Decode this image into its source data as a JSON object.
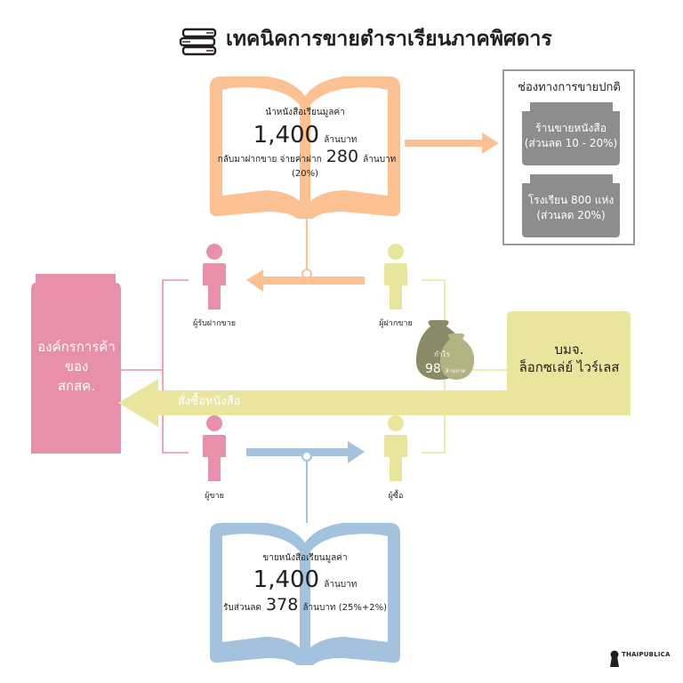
{
  "title": "เทคนิคการขายตำราเรียนภาคพิศดาร",
  "colors": {
    "orange": "#fbc193",
    "pink": "#e890a9",
    "yellow": "#e9e59d",
    "blue": "#a3c2de",
    "olive": "#8b8a66",
    "gray": "#8d8d8d",
    "dark": "#231f20"
  },
  "top_book": {
    "line1": "นำหนังสือเรียนมูลค่า",
    "amount": "1,400",
    "amount_unit": "ล้านบาท",
    "line3_prefix": "กลับมาฝากขาย จ่ายค่าฝาก",
    "fee": "280",
    "fee_unit": "ล้านบาท",
    "fee_pct": "(20%)"
  },
  "channels": {
    "title": "ช่องทางการขายปกติ",
    "store1_line1": "ร้านขายหนังสือ",
    "store1_line2": "(ส่วนลด 10 - 20%)",
    "store2_line1": "โรงเรียน 800 แห่ง",
    "store2_line2": "(ส่วนลด 20%)"
  },
  "people": {
    "receiver": "ผู้รับฝากขาย",
    "depositor": "ผู้ฝากขาย",
    "seller": "ผู้ขาย",
    "buyer": "ผู้ซื้อ"
  },
  "org": {
    "line1": "องค์กรการค้า",
    "line2": "ของ",
    "line3": "สกสค."
  },
  "company": {
    "line1": "บมจ.",
    "line2": "ล็อกซเล่ย์ ไวร์เลส"
  },
  "profit": {
    "label": "กำไร",
    "amount": "98",
    "unit": "ล้านบาท"
  },
  "order_arrow": "สั่งซื้อหนังสือ",
  "bottom_book": {
    "line1": "ขายหนังสือเรียนมูลค่า",
    "amount": "1,400",
    "amount_unit": "ล้านบาท",
    "line3_prefix": "รับส่วนลด",
    "discount": "378",
    "discount_unit": "ล้านบาท (25%+2%)"
  },
  "logo": "THAIPUBLICA"
}
